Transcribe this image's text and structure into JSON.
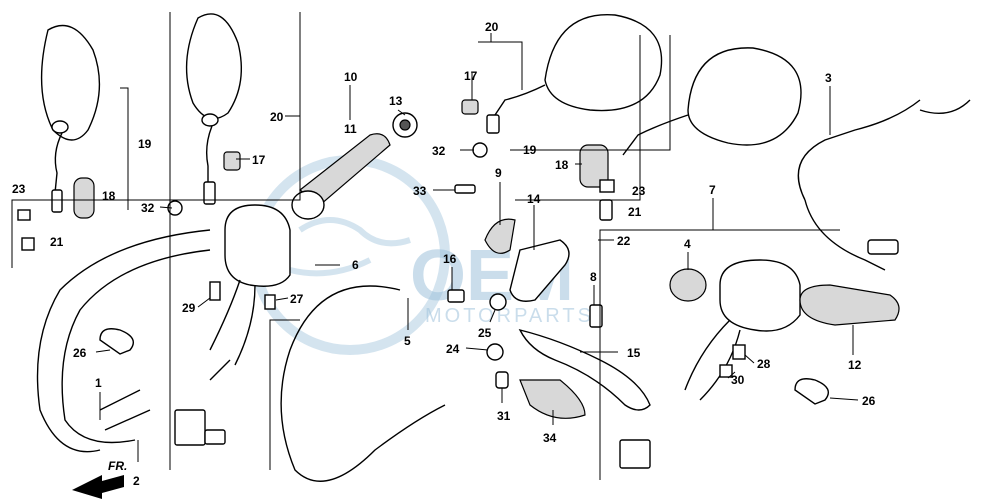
{
  "watermark": {
    "brand": "OEM",
    "sub": "MOTORPARTS"
  },
  "front_indicator": "FR.",
  "callouts": [
    {
      "id": "c1",
      "text": "1"
    },
    {
      "id": "c2",
      "text": "2"
    },
    {
      "id": "c3",
      "text": "3"
    },
    {
      "id": "c4",
      "text": "4"
    },
    {
      "id": "c5",
      "text": "5"
    },
    {
      "id": "c6",
      "text": "6"
    },
    {
      "id": "c7",
      "text": "7"
    },
    {
      "id": "c8",
      "text": "8"
    },
    {
      "id": "c9",
      "text": "9"
    },
    {
      "id": "c10",
      "text": "10"
    },
    {
      "id": "c11",
      "text": "11"
    },
    {
      "id": "c12",
      "text": "12"
    },
    {
      "id": "c13",
      "text": "13"
    },
    {
      "id": "c14",
      "text": "14"
    },
    {
      "id": "c15",
      "text": "15"
    },
    {
      "id": "c16",
      "text": "16"
    },
    {
      "id": "c17a",
      "text": "17"
    },
    {
      "id": "c17b",
      "text": "17"
    },
    {
      "id": "c18a",
      "text": "18"
    },
    {
      "id": "c18b",
      "text": "18"
    },
    {
      "id": "c19a",
      "text": "19"
    },
    {
      "id": "c19b",
      "text": "19"
    },
    {
      "id": "c20a",
      "text": "20"
    },
    {
      "id": "c20b",
      "text": "20"
    },
    {
      "id": "c21a",
      "text": "21"
    },
    {
      "id": "c21b",
      "text": "21"
    },
    {
      "id": "c22",
      "text": "22"
    },
    {
      "id": "c23a",
      "text": "23"
    },
    {
      "id": "c23b",
      "text": "23"
    },
    {
      "id": "c24",
      "text": "24"
    },
    {
      "id": "c25",
      "text": "25"
    },
    {
      "id": "c26a",
      "text": "26"
    },
    {
      "id": "c26b",
      "text": "26"
    },
    {
      "id": "c27",
      "text": "27"
    },
    {
      "id": "c28",
      "text": "28"
    },
    {
      "id": "c29",
      "text": "29"
    },
    {
      "id": "c30",
      "text": "30"
    },
    {
      "id": "c31",
      "text": "31"
    },
    {
      "id": "c32a",
      "text": "32"
    },
    {
      "id": "c32b",
      "text": "32"
    },
    {
      "id": "c33",
      "text": "33"
    },
    {
      "id": "c34",
      "text": "34"
    }
  ]
}
